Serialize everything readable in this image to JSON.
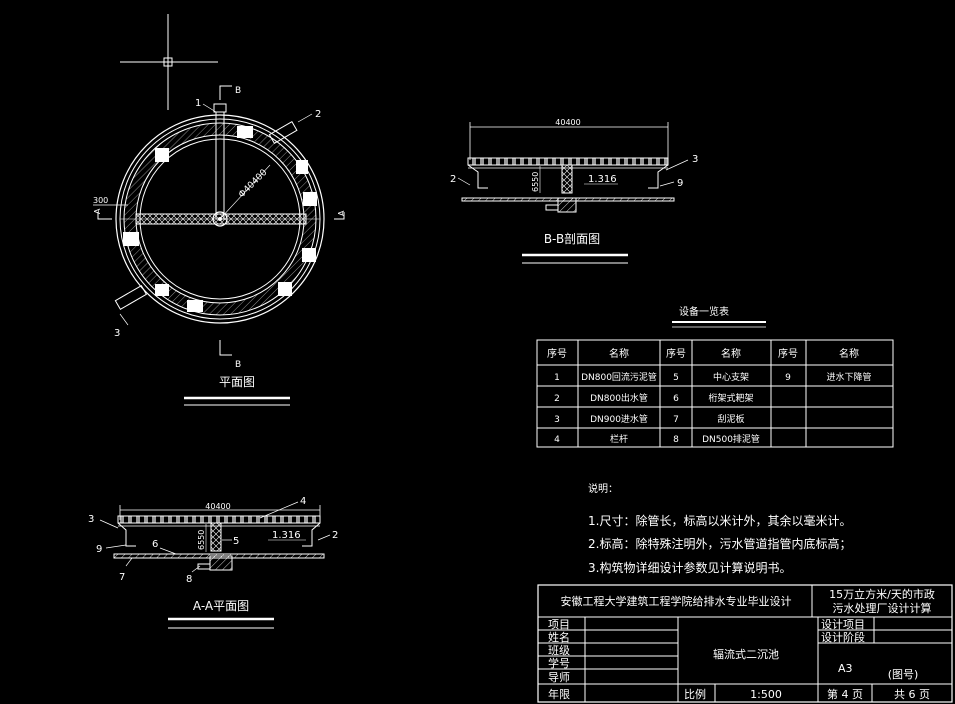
{
  "plan": {
    "title": "平面图",
    "section_b": "B",
    "section_a": "A",
    "dim_300": "300",
    "diameter": "Φ40400",
    "callouts": [
      "1",
      "2",
      "3"
    ]
  },
  "bb": {
    "title": "B-B剖面图",
    "width": "40400",
    "height": "6550",
    "slope": "1.316",
    "callouts": [
      "2",
      "3",
      "9"
    ]
  },
  "aa": {
    "title": "A-A平面图",
    "width": "40400",
    "height": "6550",
    "slope": "1.316",
    "callouts": [
      "3",
      "4",
      "2",
      "9",
      "6",
      "5",
      "7",
      "8"
    ]
  },
  "equipment": {
    "title": "设备一览表",
    "headers": [
      "序号",
      "名称",
      "序号",
      "名称",
      "序号",
      "名称"
    ],
    "rows": [
      [
        "1",
        "DN800回流污泥管",
        "5",
        "中心支架",
        "9",
        "进水下降管"
      ],
      [
        "2",
        "DN800出水管",
        "6",
        "桁架式耙架",
        "",
        ""
      ],
      [
        "3",
        "DN900进水管",
        "7",
        "刮泥板",
        "",
        ""
      ],
      [
        "4",
        "栏杆",
        "8",
        "DN500排泥管",
        "",
        ""
      ]
    ]
  },
  "notes": {
    "heading": "说明：",
    "items": [
      "1.尺寸：除管长，标高以米计外，其余以毫米计。",
      "2.标高：除特殊注明外，污水管道指管内底标高；",
      "3.构筑物详细设计参数见计算说明书。"
    ]
  },
  "titleblock": {
    "school": "安徽工程大学建筑工程学院给排水专业毕业设计",
    "project_line1": "15万立方米/天的市政",
    "project_line2": "污水处理厂设计计算",
    "labels": [
      "项目",
      "姓名",
      "班级",
      "学号",
      "导师",
      "年限"
    ],
    "drawing_name": "辐流式二沉池",
    "design_item": "设计项目",
    "design_stage": "设计阶段",
    "sheet_size": "A3",
    "drawing_no": "(图号)",
    "scale_label": "比例",
    "scale_value": "1:500",
    "page_current": "第 4 页",
    "page_total": "共 6 页"
  }
}
